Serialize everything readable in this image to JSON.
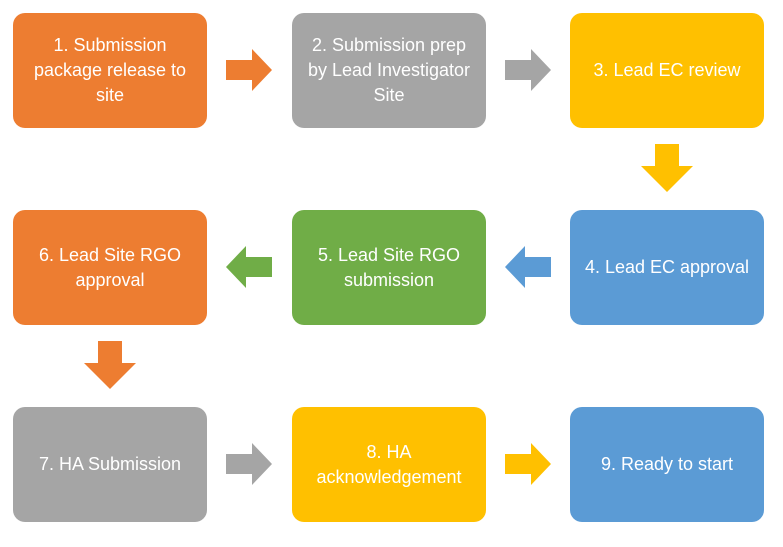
{
  "diagram": {
    "background_color": "#FFFFFF",
    "text_color": "#FFFFFF",
    "steps": [
      {
        "label": "1. Submission package release to site",
        "color": "#ED7D31"
      },
      {
        "label": "2. Submission prep by Lead Investigator Site",
        "color": "#A5A5A5"
      },
      {
        "label": "3. Lead EC review",
        "color": "#FFC000"
      },
      {
        "label": "4. Lead EC approval",
        "color": "#5B9BD5"
      },
      {
        "label": "5. Lead Site RGO submission",
        "color": "#70AD47"
      },
      {
        "label": "6. Lead Site RGO approval",
        "color": "#ED7D31"
      },
      {
        "label": "7. HA Submission",
        "color": "#A5A5A5"
      },
      {
        "label": "8. HA acknowledgement",
        "color": "#FFC000"
      },
      {
        "label": "9. Ready to start",
        "color": "#5B9BD5"
      }
    ],
    "arrows": [
      {
        "from": 1,
        "to": 2,
        "direction": "right",
        "color": "#ED7D31"
      },
      {
        "from": 2,
        "to": 3,
        "direction": "right",
        "color": "#A5A5A5"
      },
      {
        "from": 3,
        "to": 4,
        "direction": "down",
        "color": "#FFC000"
      },
      {
        "from": 4,
        "to": 5,
        "direction": "left",
        "color": "#5B9BD5"
      },
      {
        "from": 5,
        "to": 6,
        "direction": "left",
        "color": "#70AD47"
      },
      {
        "from": 6,
        "to": 7,
        "direction": "down",
        "color": "#ED7D31"
      },
      {
        "from": 7,
        "to": 8,
        "direction": "right",
        "color": "#A5A5A5"
      },
      {
        "from": 8,
        "to": 9,
        "direction": "right",
        "color": "#FFC000"
      }
    ]
  }
}
